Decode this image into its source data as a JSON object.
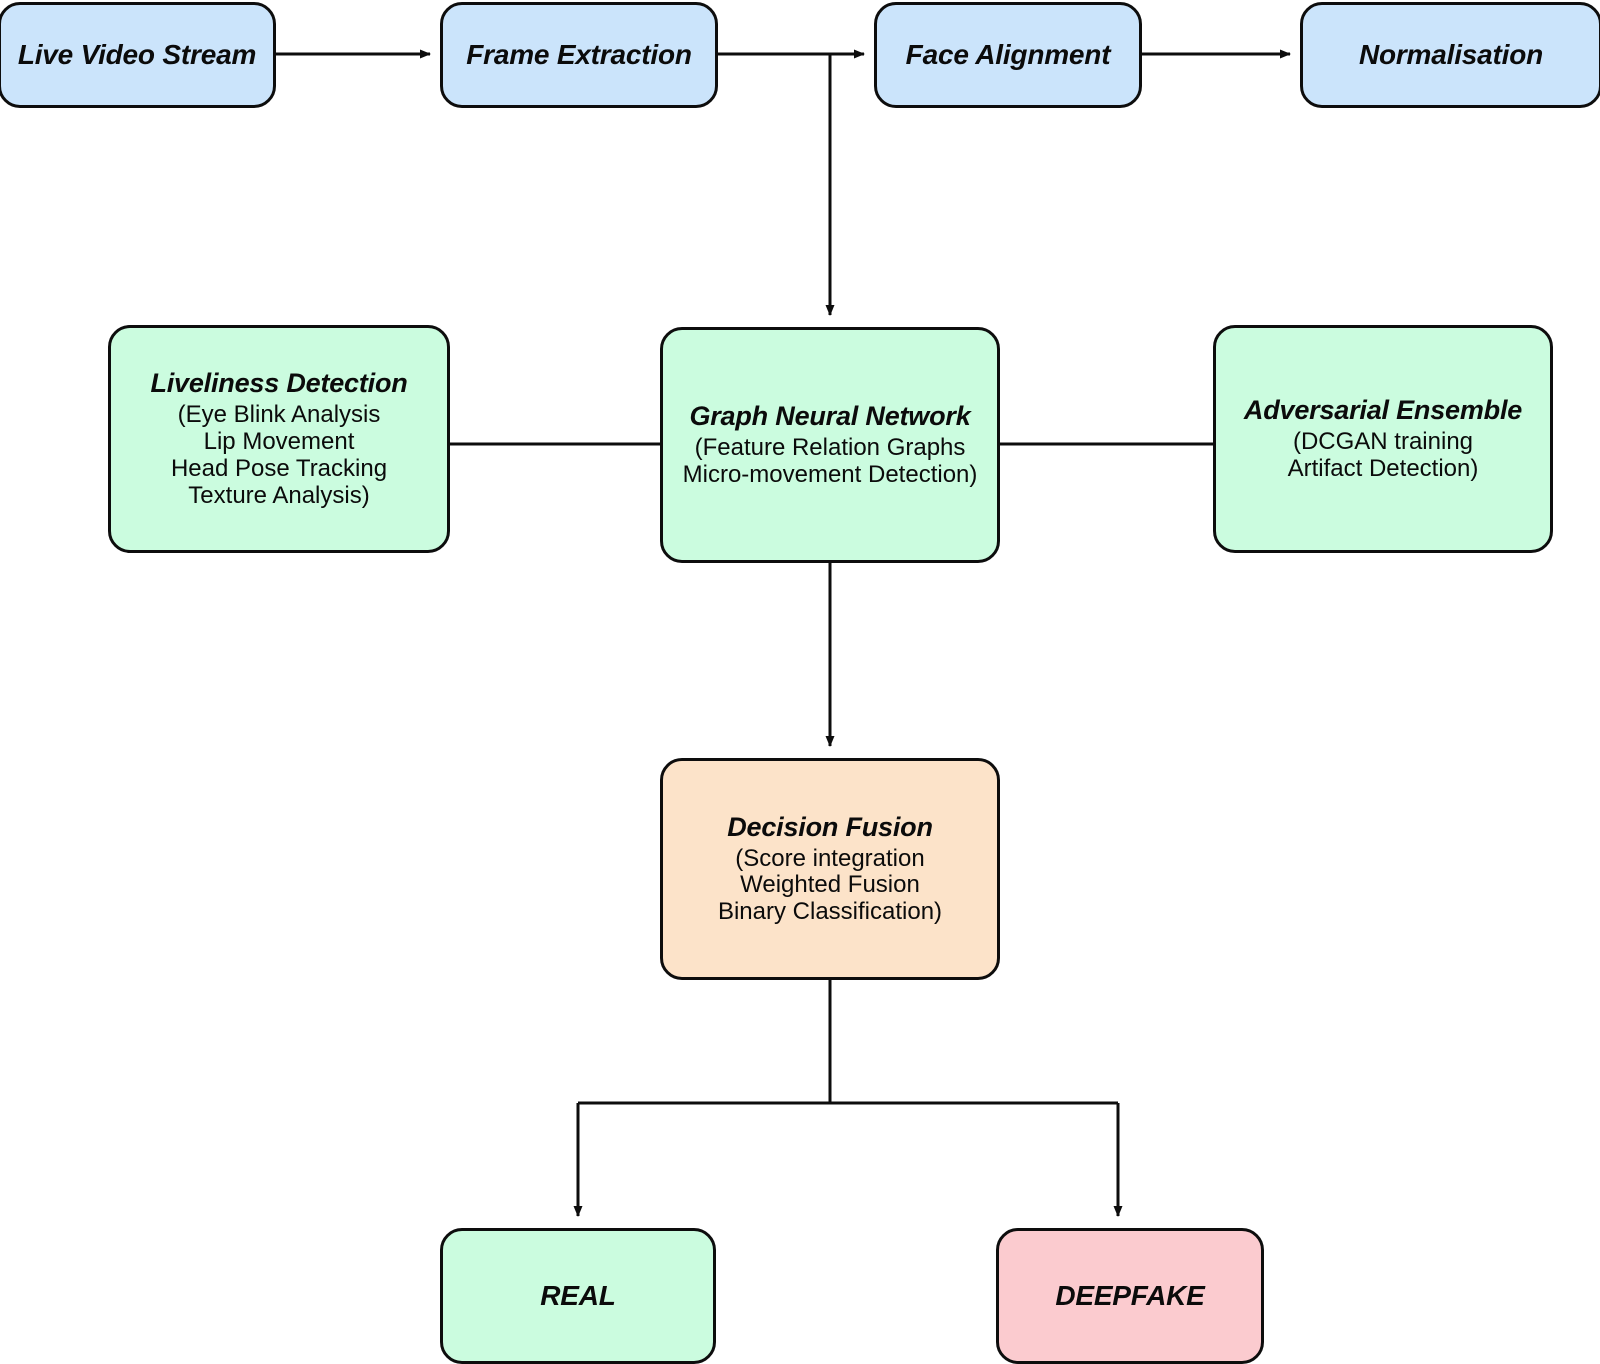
{
  "diagram": {
    "type": "flowchart",
    "orientation": "top-down",
    "palette": {
      "blue": "#cbe4fb",
      "green": "#cbfcdf",
      "orange": "#fce3c9",
      "pink": "#fbcbcf",
      "stroke": "#0d0d0d",
      "background": "#ffffff"
    },
    "nodes": {
      "live_video_stream": {
        "title": "Live Video Stream",
        "sub": ""
      },
      "frame_extraction": {
        "title": "Frame Extraction",
        "sub": ""
      },
      "face_alignment": {
        "title": "Face Alignment",
        "sub": ""
      },
      "normalisation": {
        "title": "Normalisation",
        "sub": ""
      },
      "liveliness_detection": {
        "title": "Liveliness Detection",
        "sub": "(Eye Blink Analysis\nLip Movement\nHead Pose Tracking\nTexture Analysis)"
      },
      "graph_neural_network": {
        "title": "Graph Neural Network",
        "sub": "(Feature Relation Graphs\nMicro-movement Detection)"
      },
      "adversarial_ensemble": {
        "title": "Adversarial Ensemble",
        "sub": "(DCGAN training\nArtifact Detection)"
      },
      "decision_fusion": {
        "title": "Decision Fusion",
        "sub": "(Score integration\nWeighted Fusion\nBinary Classification)"
      },
      "real": {
        "title": "REAL",
        "sub": ""
      },
      "deepfake": {
        "title": "DEEPFAKE",
        "sub": ""
      }
    },
    "edges": [
      {
        "from": "live_video_stream",
        "to": "frame_extraction",
        "arrow": true
      },
      {
        "from": "frame_extraction",
        "to": "face_alignment",
        "arrow": true
      },
      {
        "from": "face_alignment",
        "to": "normalisation",
        "arrow": true
      },
      {
        "from": "frame_extraction",
        "to": "graph_neural_network",
        "arrow": true
      },
      {
        "from": "liveliness_detection",
        "to": "graph_neural_network",
        "arrow": false
      },
      {
        "from": "graph_neural_network",
        "to": "adversarial_ensemble",
        "arrow": false
      },
      {
        "from": "graph_neural_network",
        "to": "decision_fusion",
        "arrow": true
      },
      {
        "from": "decision_fusion",
        "to": "real",
        "arrow": true
      },
      {
        "from": "decision_fusion",
        "to": "deepfake",
        "arrow": true
      }
    ]
  }
}
